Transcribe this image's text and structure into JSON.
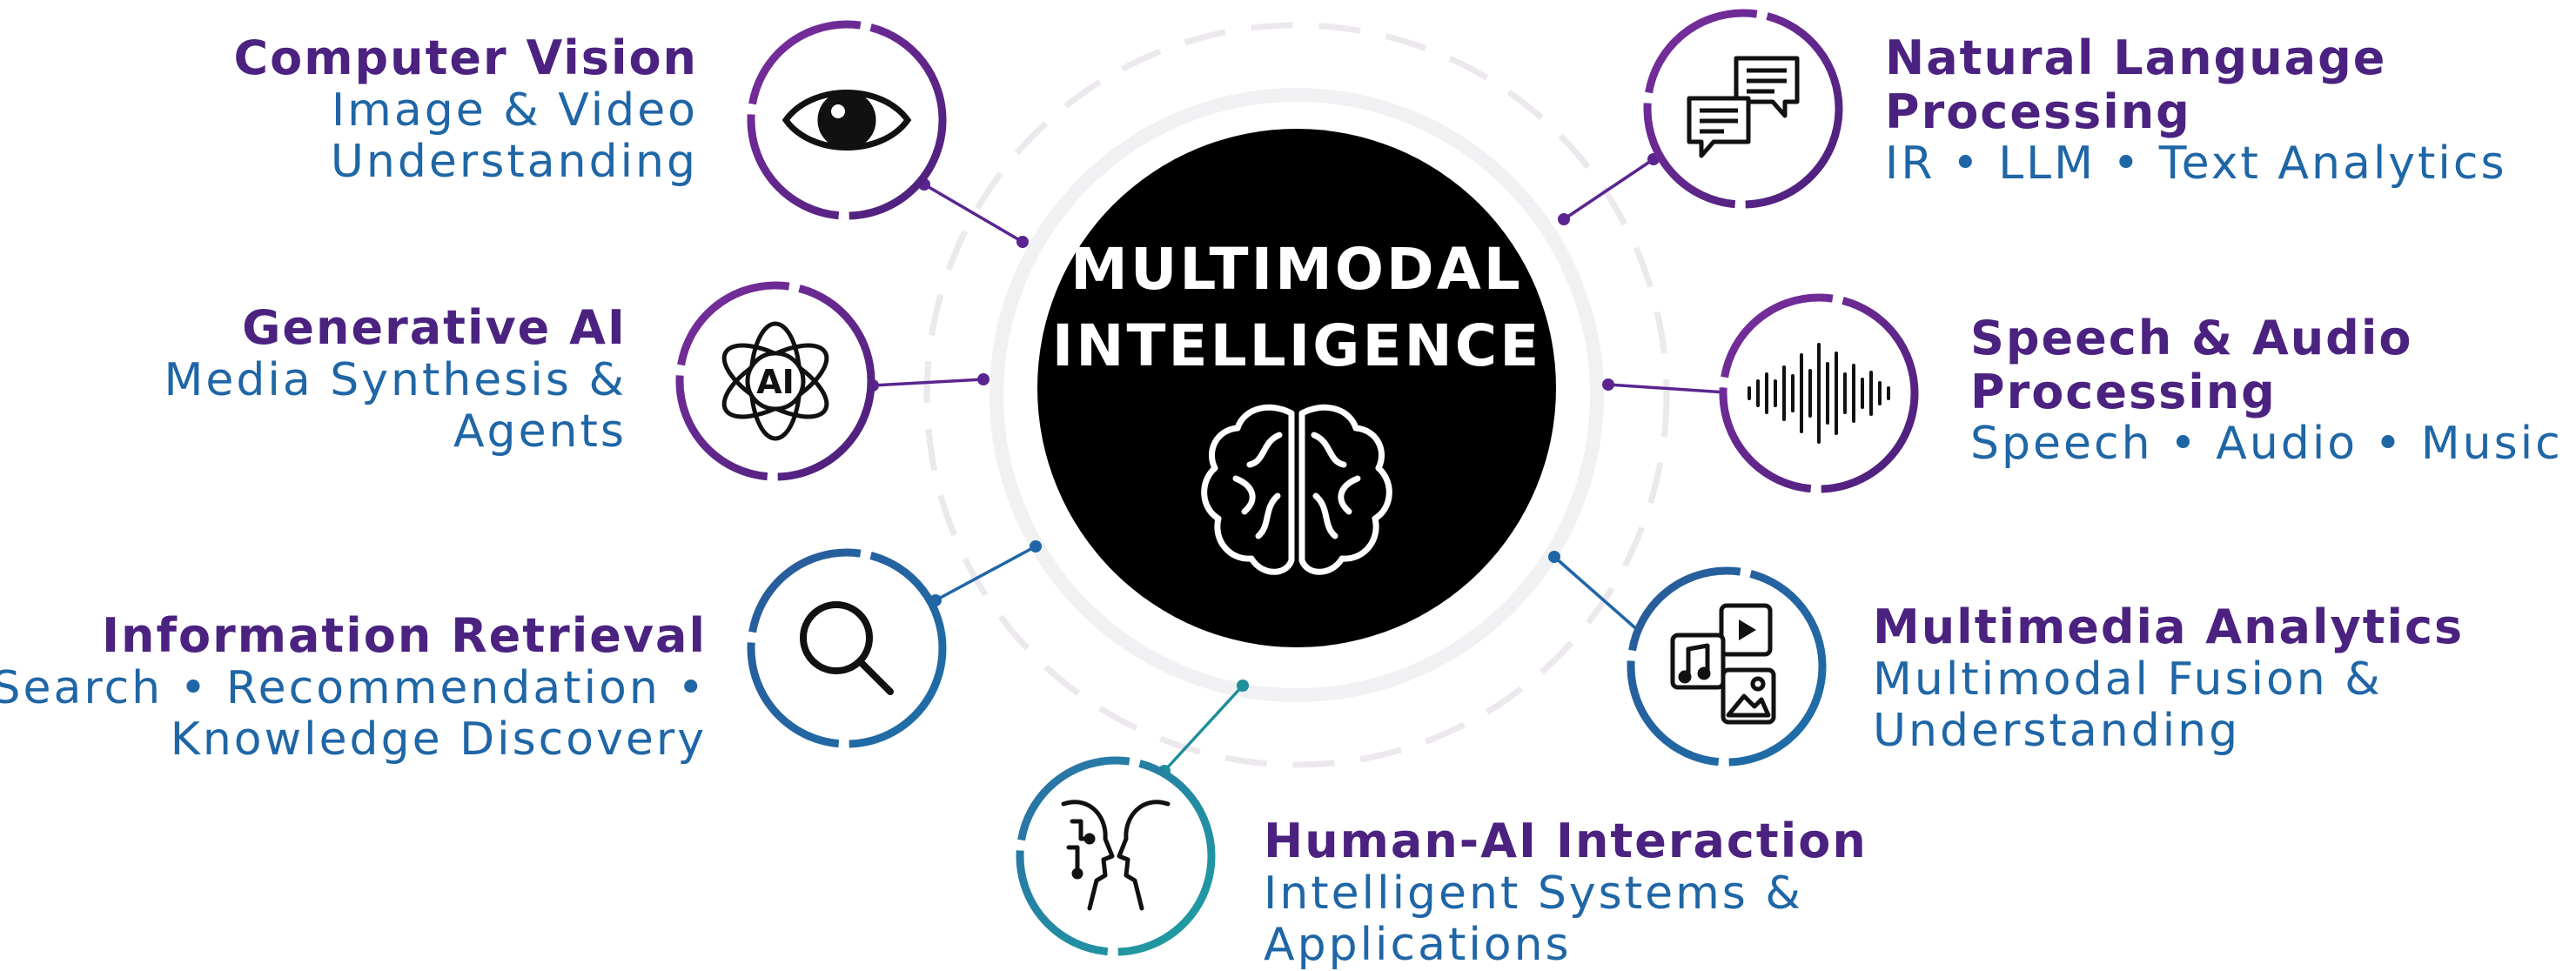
{
  "center": {
    "title_line1": "MULTIMODAL",
    "title_line2": "INTELLIGENCE",
    "icon": "brain-icon"
  },
  "nodes": {
    "computer_vision": {
      "title": "Computer Vision",
      "sub1": "Image & Video",
      "sub2": "Understanding",
      "icon": "eye-icon"
    },
    "generative_ai": {
      "title": "Generative AI",
      "sub1": "Media Synthesis &",
      "sub2": "Agents",
      "icon": "ai-atom-icon"
    },
    "information_retrieval": {
      "title": "Information Retrieval",
      "sub1": "Search • Recommendation •",
      "sub2": "Knowledge Discovery",
      "icon": "magnifier-icon"
    },
    "human_ai": {
      "title": "Human-AI Interaction",
      "sub1": "Intelligent Systems &",
      "sub2": "Applications",
      "icon": "human-robot-faces-icon"
    },
    "nlp": {
      "title1": "Natural Language",
      "title2": "Processing",
      "sub1": "IR • LLM • Text Analytics",
      "icon": "chat-bubbles-icon"
    },
    "speech": {
      "title1": "Speech & Audio",
      "title2": "Processing",
      "sub1": "Speech • Audio • Music",
      "icon": "sound-wave-icon"
    },
    "multimedia": {
      "title": "Multimedia Analytics",
      "sub1": "Multimodal Fusion &",
      "sub2": "Understanding",
      "icon": "media-files-icon"
    }
  },
  "colors": {
    "purple": "#5a2590",
    "blue": "#1f66a6",
    "teal": "#1f8f9a",
    "title_text": "#4b2280",
    "sub_text": "#1f66a6",
    "center_fill": "#000000"
  }
}
